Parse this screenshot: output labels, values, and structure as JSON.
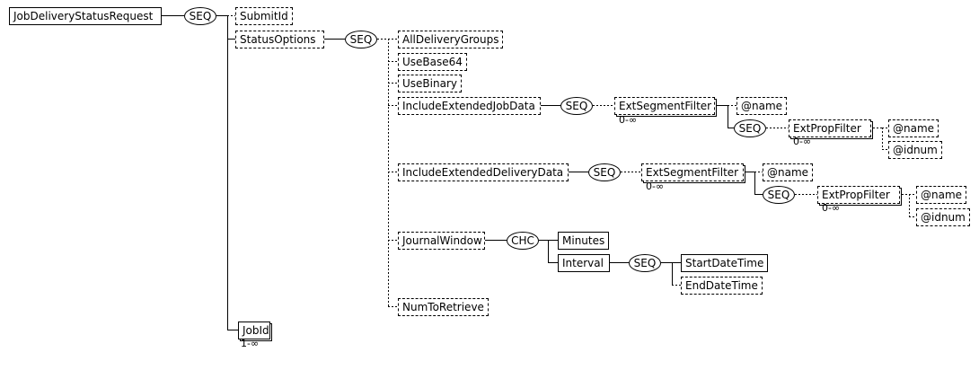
{
  "diagram": {
    "root": "JobDeliveryStatusRequest",
    "seq_label": "SEQ",
    "chc_label": "CHC",
    "submit_id": "SubmitId",
    "status_options": "StatusOptions",
    "all_delivery_groups": "AllDeliveryGroups",
    "use_base64": "UseBase64",
    "use_binary": "UseBinary",
    "include_extended_job_data": "IncludeExtendedJobData",
    "ext_segment_filter": "ExtSegmentFilter",
    "ext_prop_filter": "ExtPropFilter",
    "attr_name": "@name",
    "attr_idnum": "@idnum",
    "card_zero_inf": "0-∞",
    "card_one_inf": "1-∞",
    "include_extended_delivery_data": "IncludeExtendedDeliveryData",
    "journal_window": "JournalWindow",
    "minutes": "Minutes",
    "interval": "Interval",
    "start_date_time": "StartDateTime",
    "end_date_time": "EndDateTime",
    "num_to_retrieve": "NumToRetrieve",
    "job_id": "JobId"
  }
}
